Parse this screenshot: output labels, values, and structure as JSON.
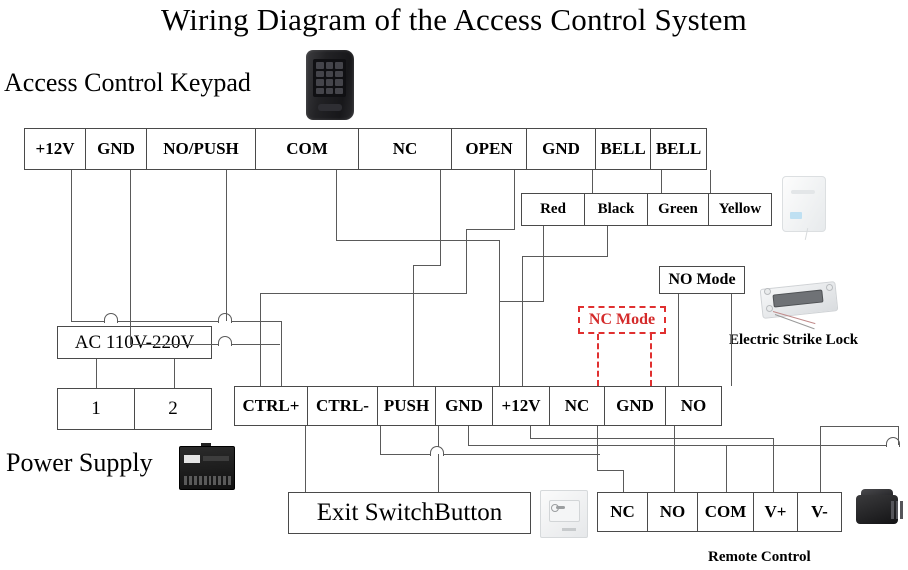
{
  "title": "Wiring Diagram of the Access Control System",
  "labels": {
    "keypad": "Access Control Keypad",
    "power_supply": "Power Supply",
    "electric_strike_lock": "Electric Strike Lock",
    "remote_control": "Remote Control"
  },
  "strips": {
    "keypad_terminals": {
      "name": "Access Control Keypad terminal strip",
      "cells": [
        {
          "label": "+12V",
          "width": 62
        },
        {
          "label": "GND",
          "width": 62
        },
        {
          "label": "NO/PUSH",
          "width": 110
        },
        {
          "label": "COM",
          "width": 104
        },
        {
          "label": "NC",
          "width": 94
        },
        {
          "label": "OPEN",
          "width": 76
        },
        {
          "label": "GND",
          "width": 70
        },
        {
          "label": "BELL",
          "width": 56
        },
        {
          "label": "BELL",
          "width": 57
        }
      ]
    },
    "doorbell_wires": {
      "name": "Doorbell wire colour strip",
      "cells": [
        {
          "label": "Red",
          "width": 64
        },
        {
          "label": "Black",
          "width": 64
        },
        {
          "label": "Green",
          "width": 62
        },
        {
          "label": "Yellow",
          "width": 64
        }
      ]
    },
    "ac_terminals": {
      "name": "AC mains terminal strip",
      "cells": [
        {
          "label": "1",
          "width": 78
        },
        {
          "label": "2",
          "width": 78
        }
      ]
    },
    "controller_terminals": {
      "name": "Power supply controller terminal strip",
      "cells": [
        {
          "label": "CTRL+",
          "width": 74
        },
        {
          "label": "CTRL-",
          "width": 71
        },
        {
          "label": "PUSH",
          "width": 59
        },
        {
          "label": "GND",
          "width": 58
        },
        {
          "label": "+12V",
          "width": 58
        },
        {
          "label": "NC",
          "width": 56
        },
        {
          "label": "GND",
          "width": 62
        },
        {
          "label": "NO",
          "width": 57
        }
      ]
    },
    "remote_terminals": {
      "name": "Remote control receiver terminal strip",
      "cells": [
        {
          "label": "NC",
          "width": 51
        },
        {
          "label": "NO",
          "width": 51
        },
        {
          "label": "COM",
          "width": 57
        },
        {
          "label": "V+",
          "width": 45
        },
        {
          "label": "V-",
          "width": 45
        }
      ]
    }
  },
  "boxes": {
    "ac_mains": "AC 110V-220V",
    "exit_switch": "Exit SwitchButton",
    "no_mode": "NO Mode",
    "nc_mode": "NC Mode"
  },
  "colors": {
    "wire": "#5a5a5a",
    "nc_mode_accent": "#d42b2b",
    "background": "#ffffff",
    "text": "#000000"
  }
}
